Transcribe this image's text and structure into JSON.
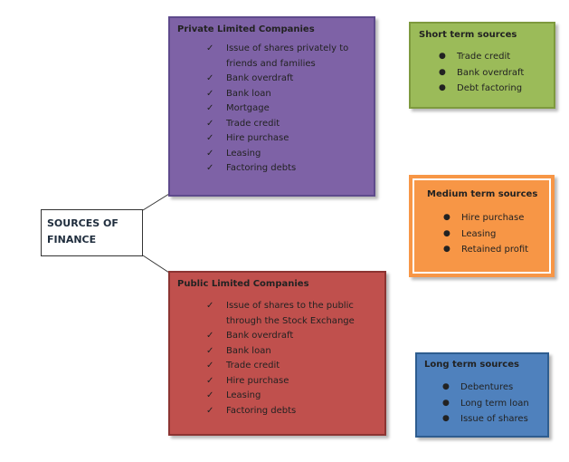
{
  "colors": {
    "private": "#7e62a6",
    "public": "#c0504d",
    "short": "#9bbb59",
    "medium": "#f79646",
    "long": "#4f81bd",
    "connector": "#333333"
  },
  "center": {
    "line1": "SOURCES OF",
    "line2": "FINANCE"
  },
  "private": {
    "title": "Private Limited Companies",
    "items": [
      "Issue of shares privately to friends and families",
      "Bank overdraft",
      "Bank loan",
      "Mortgage",
      "Trade credit",
      "Hire purchase",
      "Leasing",
      "Factoring debts"
    ]
  },
  "public": {
    "title": "Public Limited Companies",
    "items": [
      "Issue of shares to the public through the Stock Exchange",
      "Bank overdraft",
      "Bank loan",
      "Trade credit",
      "Hire purchase",
      "Leasing",
      "Factoring debts"
    ]
  },
  "short_term": {
    "title": "Short term sources",
    "items": [
      "Trade credit",
      "Bank overdraft",
      "Debt factoring"
    ]
  },
  "medium_term": {
    "title": "Medium term sources",
    "items": [
      "Hire purchase",
      "Leasing",
      "Retained profit"
    ]
  },
  "long_term": {
    "title": "Long term sources",
    "items": [
      "Debentures",
      "Long term loan",
      "Issue of shares"
    ]
  },
  "markers": {
    "check": "✓",
    "bullet": "●"
  }
}
